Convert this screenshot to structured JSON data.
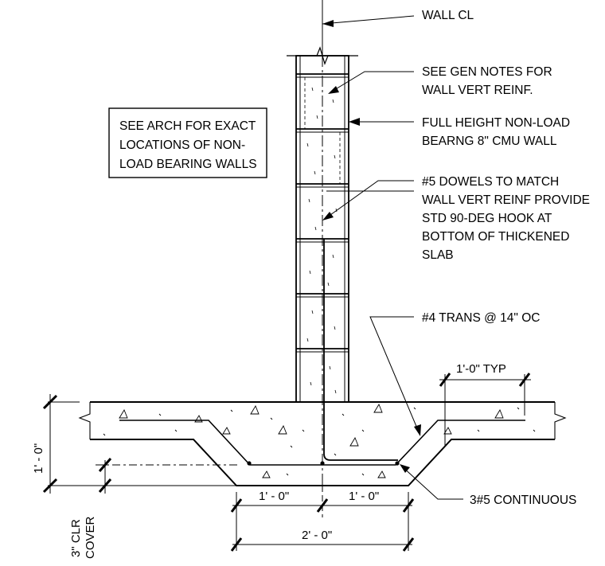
{
  "title": "",
  "labels": {
    "wall_cl": "WALL CL",
    "gen_notes_1": "SEE GEN NOTES FOR",
    "gen_notes_2": "WALL VERT REINF.",
    "cmu_1": "FULL HEIGHT NON-LOAD",
    "cmu_2": "BEARNG 8\" CMU WALL",
    "dowels_1": "#5 DOWELS TO MATCH",
    "dowels_2": "WALL VERT REINF PROVIDE",
    "dowels_3": "STD 90-DEG HOOK AT",
    "dowels_4": "BOTTOM OF THICKENED",
    "dowels_5": "SLAB",
    "trans": "#4 TRANS @ 14\" OC",
    "continuous": "3#5 CONTINUOUS"
  },
  "note_box": {
    "line1": "SEE ARCH FOR EXACT",
    "line2": "LOCATIONS OF NON-",
    "line3": "LOAD BEARING WALLS"
  },
  "dimensions": {
    "typ": "1'-0\"  TYP",
    "depth": "1' - 0\"",
    "left_half": "1' - 0\"",
    "right_half": "1' - 0\"",
    "total": "2' - 0\"",
    "clr_1": "3\" CLR",
    "clr_2": "COVER"
  },
  "colors": {
    "line": "#000000",
    "background": "#ffffff"
  }
}
